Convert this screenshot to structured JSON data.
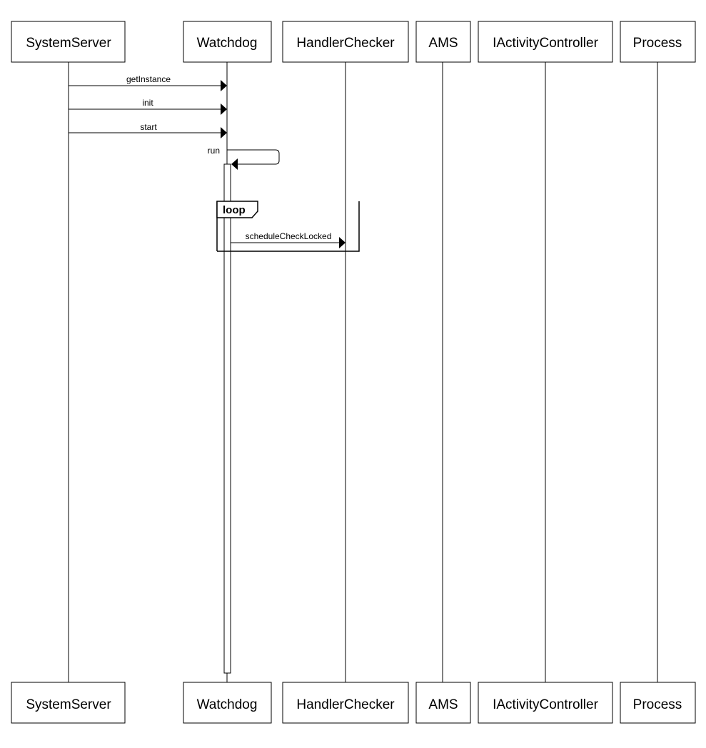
{
  "participants": [
    {
      "id": "systemserver",
      "name": "SystemServer"
    },
    {
      "id": "watchdog",
      "name": "Watchdog"
    },
    {
      "id": "handlerchecker",
      "name": "HandlerChecker"
    },
    {
      "id": "ams",
      "name": "AMS"
    },
    {
      "id": "iactivitycontroller",
      "name": "IActivityController"
    },
    {
      "id": "process",
      "name": "Process"
    }
  ],
  "messages": [
    {
      "from": "systemserver",
      "to": "watchdog",
      "label": "getInstance"
    },
    {
      "from": "systemserver",
      "to": "watchdog",
      "label": "init"
    },
    {
      "from": "systemserver",
      "to": "watchdog",
      "label": "start"
    },
    {
      "from": "watchdog",
      "to": "watchdog",
      "label": "run"
    },
    {
      "from": "watchdog",
      "to": "handlerchecker",
      "label": "scheduleCheckLocked"
    }
  ],
  "fragments": [
    {
      "type": "loop",
      "label": "loop"
    }
  ]
}
